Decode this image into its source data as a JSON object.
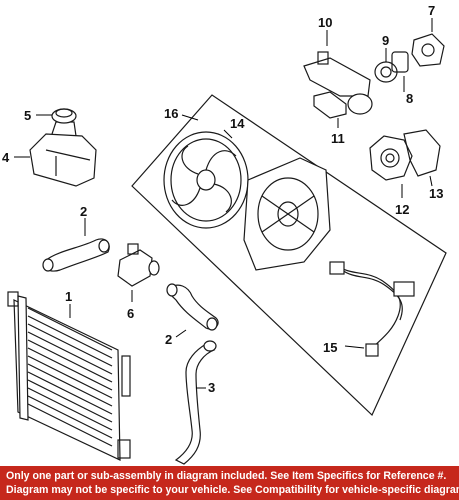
{
  "callouts": [
    "1",
    "2",
    "3",
    "4",
    "5",
    "6",
    "7",
    "8",
    "9",
    "10",
    "11",
    "12",
    "13",
    "14",
    "15",
    "16",
    "2"
  ],
  "notice": {
    "line1": "Only one part or sub-assembly in diagram included. See Item Specifics for Reference #.",
    "line2": "Diagram may not be specific to your vehicle. See Compatibility for vehicle-specific diagrams."
  },
  "colors": {
    "banner": "#c6281c",
    "banner_text": "#ffffff",
    "line_art": "#1a1a1a"
  }
}
